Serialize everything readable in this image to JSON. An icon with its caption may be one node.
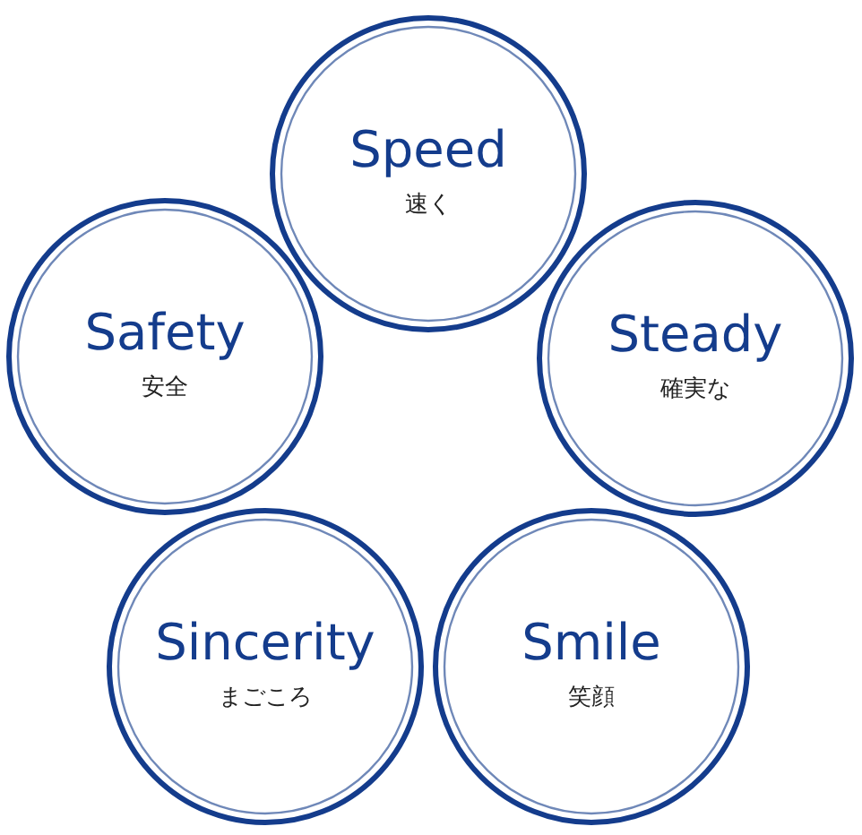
{
  "diagram": {
    "nodes": [
      {
        "text": [
          "Speed",
          "速く"
        ]
      },
      {
        "text": [
          "Safety",
          "安全"
        ]
      },
      {
        "text": [
          "Steady",
          "確実な"
        ]
      },
      {
        "text": [
          "Sincerity",
          "まごころ"
        ]
      },
      {
        "text": [
          "Smile",
          "笑顔"
        ]
      }
    ]
  }
}
